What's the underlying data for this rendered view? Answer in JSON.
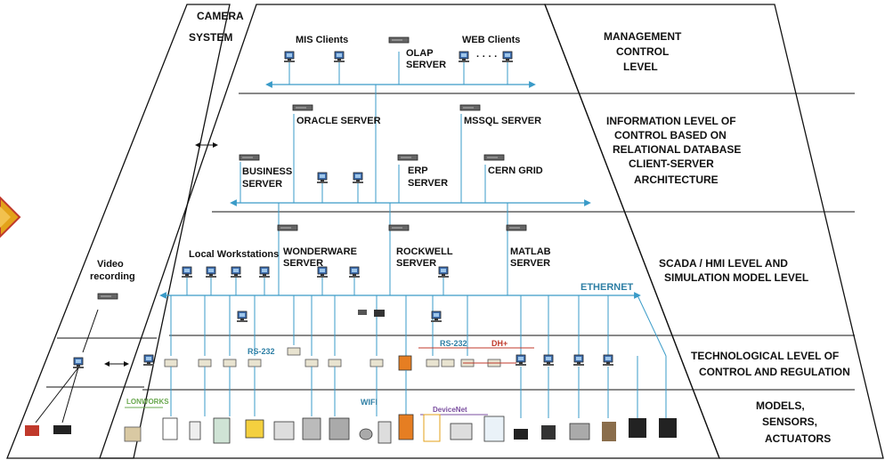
{
  "camera_system": {
    "title_line1": "CAMERA",
    "title_line2": "SYSTEM",
    "video_line1": "Video",
    "video_line2": "recording"
  },
  "levels": {
    "management": [
      "MANAGEMENT",
      "CONTROL",
      "LEVEL"
    ],
    "information": [
      "INFORMATION LEVEL OF",
      "CONTROL BASED ON",
      "RELATIONAL DATABASE",
      "CLIENT-SERVER",
      "ARCHITECTURE"
    ],
    "scada": [
      "SCADA / HMI LEVEL AND",
      "SIMULATION MODEL LEVEL"
    ],
    "technological": [
      "TECHNOLOGICAL LEVEL OF",
      "CONTROL AND REGULATION"
    ],
    "models": [
      "MODELS,",
      "SENSORS,",
      "ACTUATORS"
    ]
  },
  "nodes": {
    "mis_clients": "MIS Clients",
    "olap_line1": "OLAP",
    "olap_line2": "SERVER",
    "web_clients": "WEB Clients",
    "web_dots": "· · · ·",
    "oracle": "ORACLE SERVER",
    "mssql": "MSSQL SERVER",
    "business_line1": "BUSINESS",
    "business_line2": "SERVER",
    "erp_line1": "ERP",
    "erp_line2": "SERVER",
    "cern": "CERN GRID",
    "local_ws": "Local Workstations",
    "wonderware_line1": "WONDERWARE",
    "wonderware_line2": "SERVER",
    "rockwell_line1": "ROCKWELL",
    "rockwell_line2": "SERVER",
    "matlab_line1": "MATLAB",
    "matlab_line2": "SERVER",
    "ethernet": "ETHERNET"
  },
  "buses": {
    "rs232_left": "RS-232",
    "rs232_right": "RS-232",
    "dh_plus": "DH+",
    "lonworks": "LONWORKS",
    "wifi": "WIFI",
    "devicenet": "DeviceNet"
  },
  "colors": {
    "bus": "#3a9bc8",
    "arrow_fill": "#e3a21a",
    "arrow_stroke": "#c0392b",
    "lonworks": "#6aa84f",
    "dh_plus": "#c0392b",
    "devicenet": "#7b4fa0"
  },
  "icons": [
    "pc-icon",
    "server-icon",
    "plc-icon",
    "device-icon",
    "chevron-arrow-icon"
  ]
}
